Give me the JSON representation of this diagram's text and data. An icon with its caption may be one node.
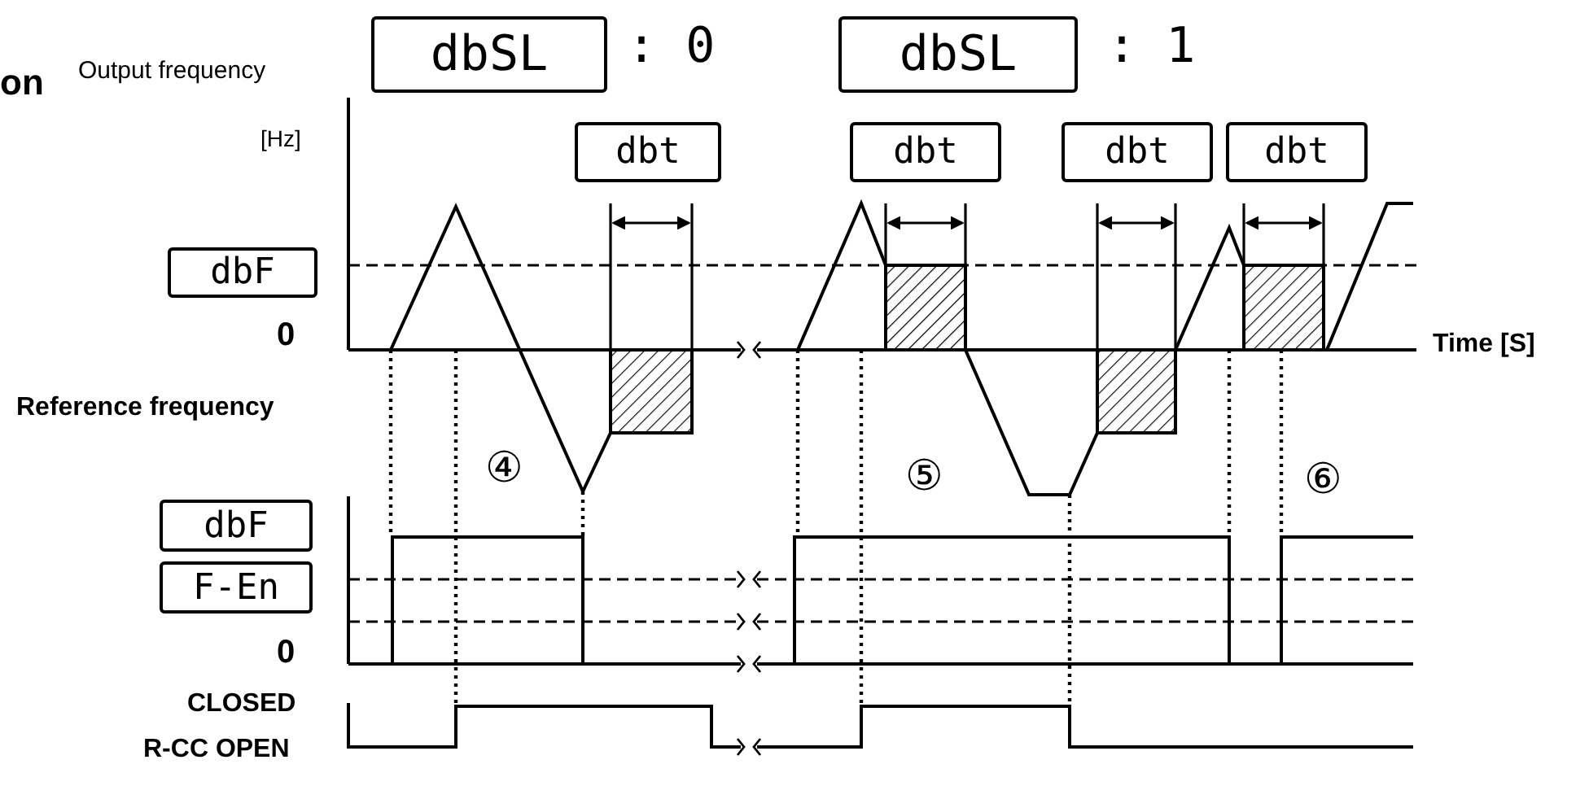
{
  "diagram": {
    "nodes": [
      {
        "text": [
          "dbSL"
        ],
        "beside": [
          ": 0"
        ]
      },
      {
        "text": [
          "dbSL"
        ],
        "beside": [
          ": 1"
        ]
      },
      {
        "text": [
          "dbt"
        ]
      },
      {
        "text": [
          "dbt"
        ]
      },
      {
        "text": [
          "dbt"
        ]
      },
      {
        "text": [
          "dbt"
        ]
      },
      {
        "text": [
          "dbF"
        ]
      },
      {
        "text": [
          "dbF"
        ]
      },
      {
        "text": [
          "F-En"
        ]
      }
    ],
    "labels": [
      "on",
      "Output frequency",
      "[Hz]",
      "0",
      "Time [S]",
      "Reference frequency",
      "④",
      "⑤",
      "⑥",
      "0",
      "CLOSED",
      "R-CC OPEN"
    ]
  }
}
